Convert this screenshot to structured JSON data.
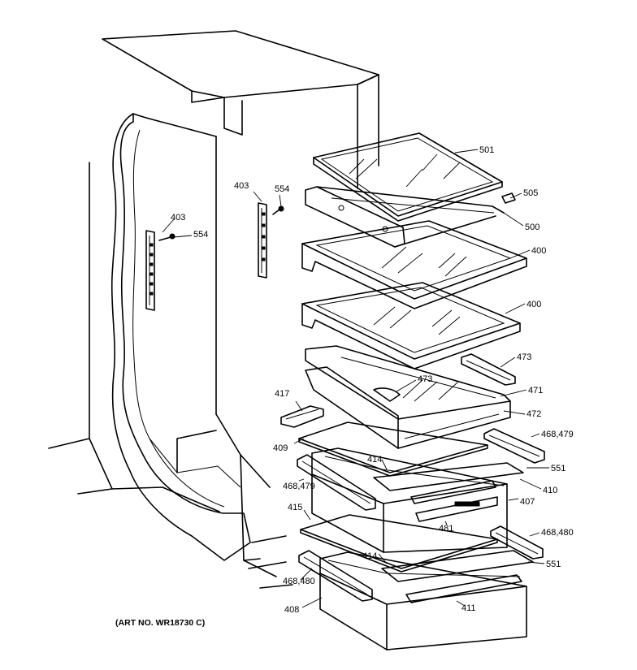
{
  "art_number": "(ART NO. WR18730 C)",
  "callouts": {
    "c501": "501",
    "c505": "505",
    "c500": "500",
    "c400a": "400",
    "c400b": "400",
    "c473a": "473",
    "c473b": "473",
    "c471": "471",
    "c472": "472",
    "c417": "417",
    "c409": "409",
    "c414a": "414",
    "c46847a": "468,479",
    "c46847b": "468,479",
    "c551a": "551",
    "c410": "410",
    "c407": "407",
    "c415": "415",
    "c481": "481",
    "c46848a": "468,480",
    "c46848b": "468,480",
    "c414b": "414",
    "c551b": "551",
    "c411": "411",
    "c408": "408",
    "c403a": "403",
    "c554a": "554",
    "c403b": "403",
    "c554b": "554"
  }
}
